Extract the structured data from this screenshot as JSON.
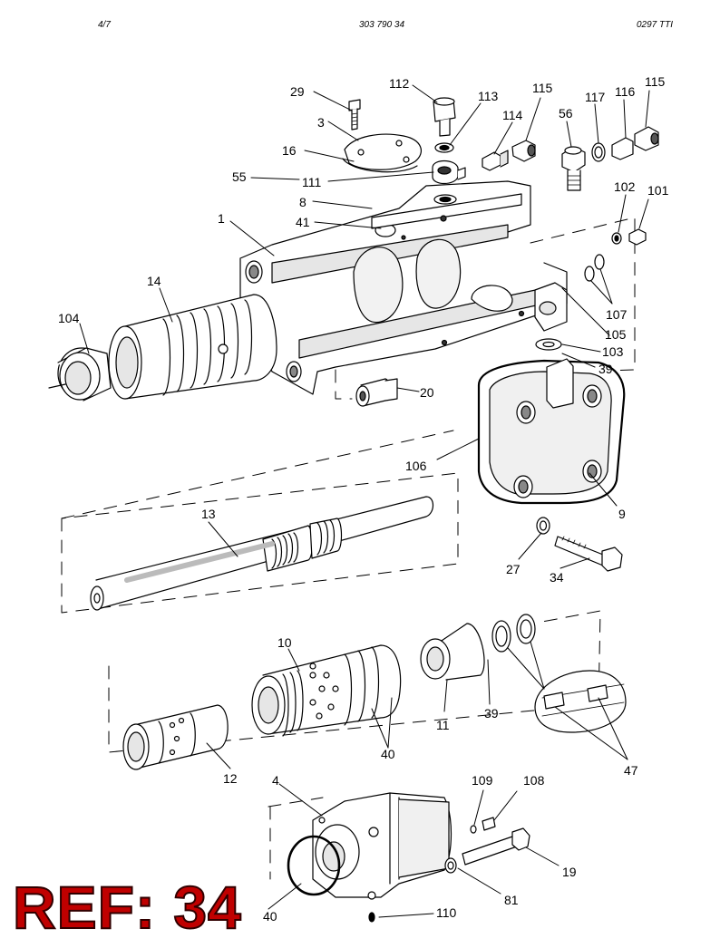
{
  "header": {
    "page": "4/7",
    "part_number": "303 790 34",
    "revision": "0297  TTI"
  },
  "callouts": {
    "c1": "1",
    "c3": "3",
    "c4": "4",
    "c8": "8",
    "c9": "9",
    "c10": "10",
    "c11": "11",
    "c12": "12",
    "c13": "13",
    "c14": "14",
    "c16": "16",
    "c19": "19",
    "c20": "20",
    "c27": "27",
    "c29": "29",
    "c34": "34",
    "c39a": "39",
    "c39b": "39",
    "c40a": "40",
    "c40b": "40",
    "c41": "41",
    "c47": "47",
    "c55": "55",
    "c56": "56",
    "c81": "81",
    "c101": "101",
    "c102": "102",
    "c103": "103",
    "c104": "104",
    "c105": "105",
    "c106": "106",
    "c107": "107",
    "c108": "108",
    "c109": "109",
    "c110": "110",
    "c111": "111",
    "c112": "112",
    "c113": "113",
    "c114": "114",
    "c115a": "115",
    "c115b": "115",
    "c116": "116",
    "c117": "117"
  },
  "stamp": {
    "text": "REF: 34",
    "color": "#c00000"
  },
  "colors": {
    "line": "#000000",
    "shade": "#e6e6e6",
    "stamp": "#c00000"
  }
}
